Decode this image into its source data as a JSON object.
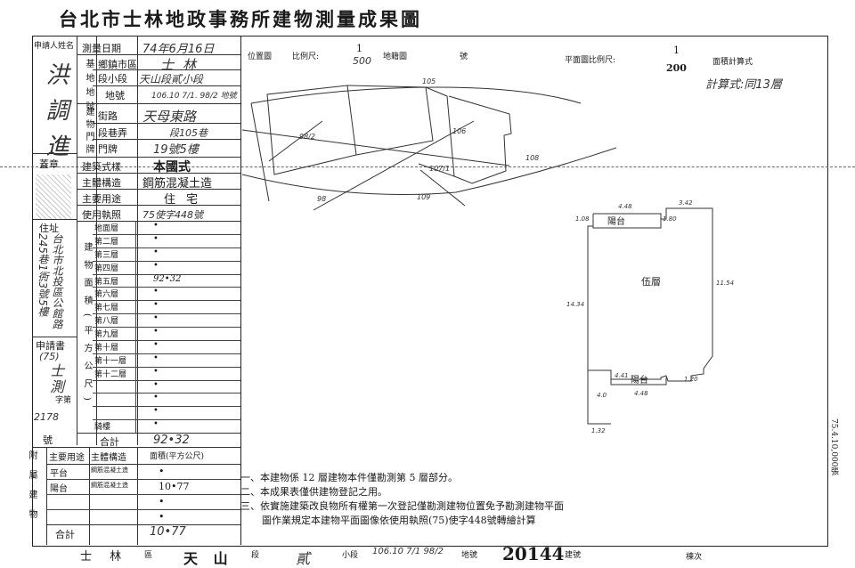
{
  "title": "台北市士林地政事務所建物測量成果圖",
  "applicant": {
    "header": "申請人姓名",
    "name": "洪調進",
    "seal_header": "蓋章"
  },
  "address": {
    "header": "住址",
    "text": "台北市北投區公館路245巷1衖3號5樓"
  },
  "application_no": {
    "header": "申請書",
    "prefix": "(75)",
    "office": "士測",
    "unit": "字第",
    "no": "2178",
    "suffix": "號"
  },
  "survey_date": {
    "label": "測量日期",
    "value": "74年6月16日"
  },
  "land": {
    "group": "基地地號",
    "district_label": "鄉鎮市區",
    "district": "士林",
    "section_label": "段小段",
    "section": "天山段貳小段",
    "lot_label": "地號",
    "lot": "106.10 7/1. 98/2 地號"
  },
  "door": {
    "group": "建物門牌",
    "street_label": "街路",
    "street": "天母東路",
    "lane_label": "段巷弄",
    "lane": "段105巷",
    "number_label": "門牌",
    "number": "19號5樓"
  },
  "building": {
    "style_label": "建築式樣",
    "style": "本國式",
    "structure_label": "主體構造",
    "structure": "鋼筋混凝土造",
    "use_label": "主要用途",
    "use": "住宅",
    "permit_label": "使用執照",
    "permit": "75使字448號"
  },
  "floors": {
    "group": "建物面積(平方公尺)",
    "labels": [
      "地面層",
      "第二層",
      "第三層",
      "第四層",
      "第五層",
      "第六層",
      "第七層",
      "第八層",
      "第九層",
      "第十層",
      "第十一層",
      "第十二層",
      "",
      "",
      "",
      "騎樓"
    ],
    "values": [
      "•",
      "•",
      "•",
      "•",
      "92•32",
      "•",
      "•",
      "•",
      "•",
      "•",
      "•",
      "•",
      "•",
      "•",
      "•",
      "•"
    ],
    "total_label": "合計",
    "total": "92•32"
  },
  "annex": {
    "group": "附屬建物",
    "col_use": "主要用途",
    "col_struct": "主體構造",
    "col_area": "面積(平方公尺)",
    "rows": [
      {
        "use": "平台",
        "struct": "鋼筋混凝土造",
        "area": "•"
      },
      {
        "use": "陽台",
        "struct": "鋼筋混凝土造",
        "area": "10•77"
      },
      {
        "use": "",
        "struct": "",
        "area": "•"
      },
      {
        "use": "",
        "struct": "",
        "area": "•"
      }
    ],
    "total_label": "合計",
    "total": "10•77"
  },
  "location_map": {
    "label": "位置圖",
    "scale_label": "比例尺:",
    "scale_num": "1",
    "scale_den": "500",
    "map_label": "地籍圖",
    "sheet_label": "號",
    "lots": [
      "105",
      "106",
      "98/2",
      "107/1",
      "108",
      "98",
      "109"
    ]
  },
  "floor_plan": {
    "scale_label": "平面圖比例尺:",
    "scale_num": "1",
    "scale_den": "200",
    "area_calc_label": "面積計算式",
    "calc_text": "計算式:同13層",
    "floor_name": "伍層",
    "balcony": "陽台",
    "dims": [
      "4.48",
      "1.08",
      "1.80",
      "3.42",
      "11.54",
      "14.34",
      "4.41",
      "4.48",
      "1.20",
      "4.0",
      "1.32"
    ]
  },
  "notes": [
    "一、本建物係 12 層建物本件僅勘測第 5 層部分。",
    "二、本成果表僅供建物登記之用。",
    "三、依實施建築改良物所有權第一次登記僅勘測建物位置免予勘測建物平面",
    "圖作業規定本建物平面圖像依使用執照(75)使字448號轉繪計算"
  ],
  "footer": {
    "district": "士 林",
    "district_unit": "區",
    "section": "天 山",
    "section_unit": "段",
    "subsection": "貳",
    "subsection_unit": "小段",
    "lots": "106.10 7/1 98/2",
    "lot_unit": "地號",
    "building_no": "20144",
    "bno_unit": "建號",
    "page_label": "棟次"
  },
  "side_stamp": "75.4.10,000張"
}
